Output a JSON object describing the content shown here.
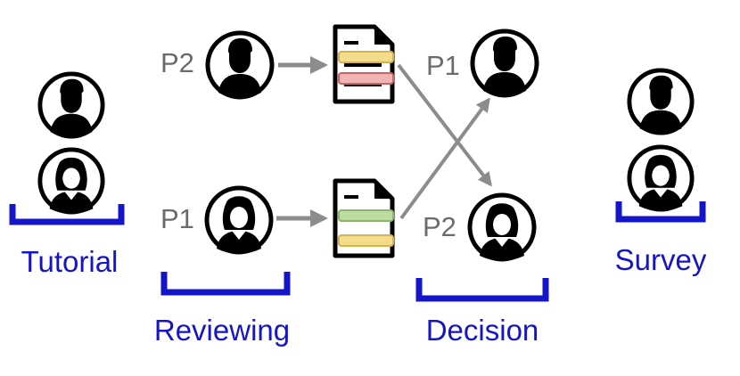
{
  "phases": {
    "tutorial": "Tutorial",
    "reviewing": "Reviewing",
    "decision": "Decision",
    "survey": "Survey"
  },
  "participants": {
    "reviewer_top": "P2",
    "reviewer_bottom": "P1",
    "decider_top": "P1",
    "decider_bottom": "P2"
  },
  "icons": {
    "person_male": "person-male-icon",
    "person_female": "person-female-icon",
    "document": "document-icon",
    "arrow": "arrow-icon"
  },
  "colors": {
    "phase_blue": "#1414c8",
    "participant_label": "#6b6b6b",
    "arrow_gray": "#8c8c8c",
    "highlight_yellow": "#f5dc8c",
    "highlight_red": "#f0b4b4",
    "highlight_green": "#bedca0"
  }
}
